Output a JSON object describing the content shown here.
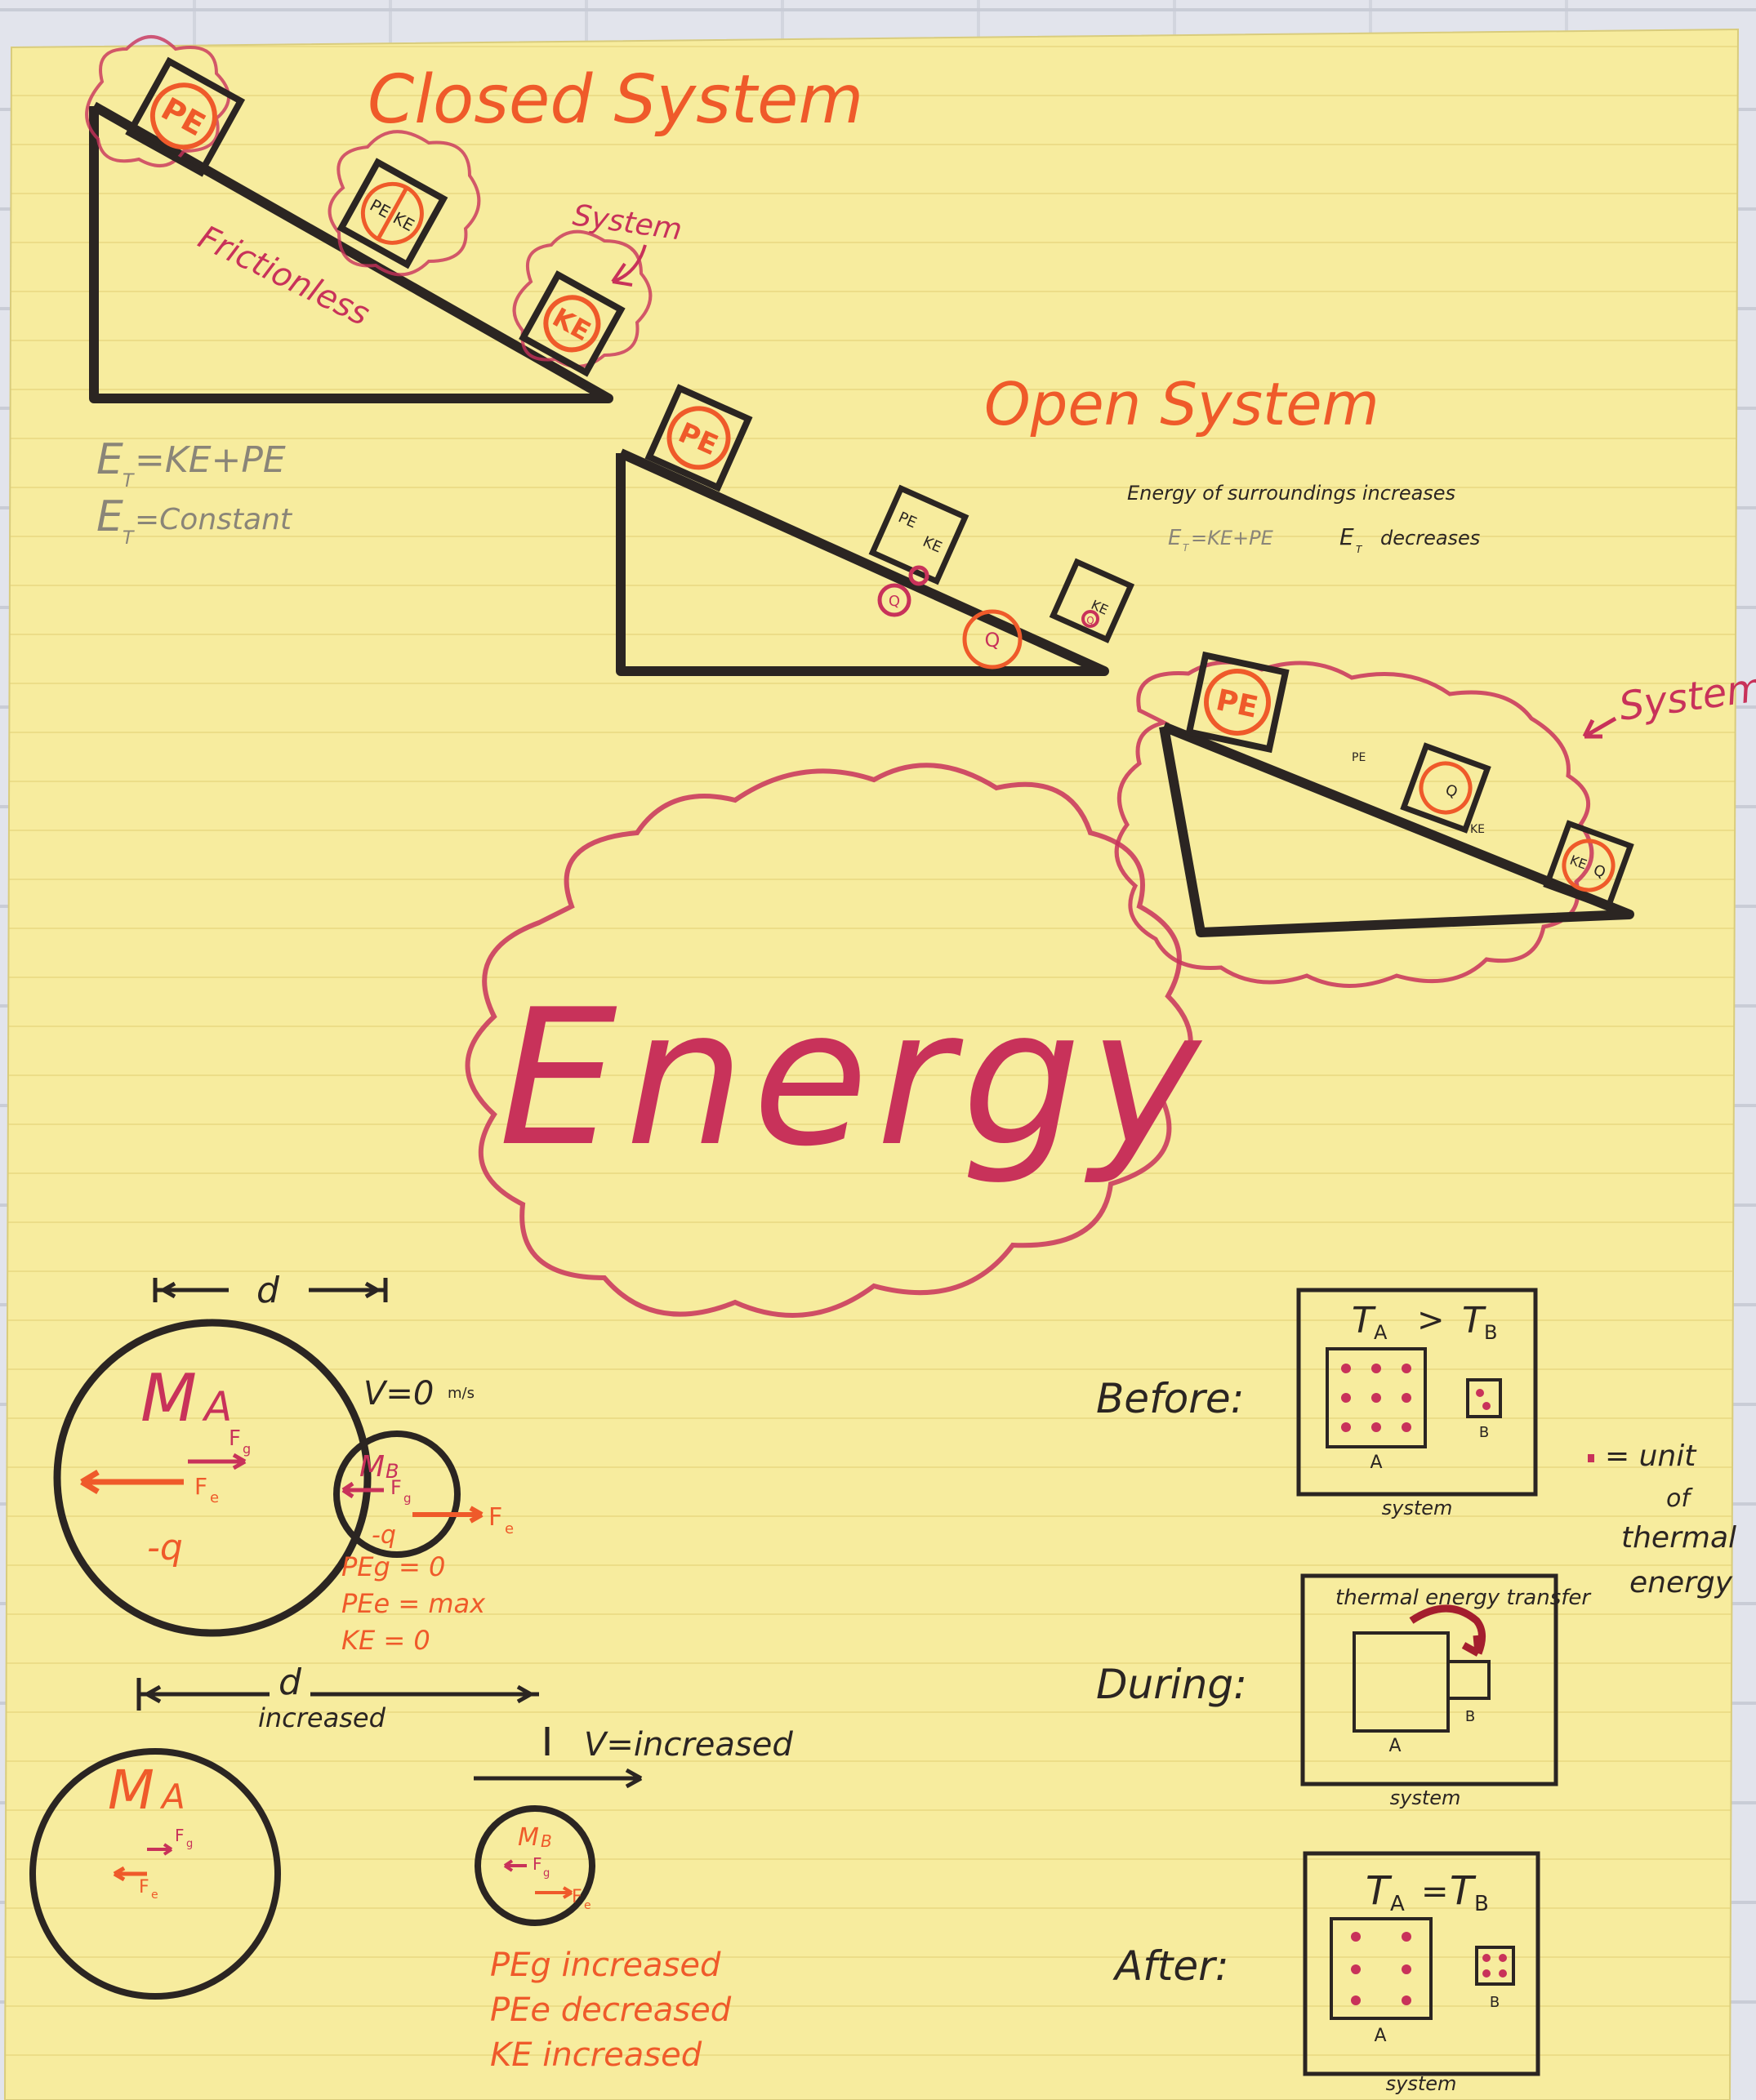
{
  "colors": {
    "paper": "#f7ec9e",
    "paper_line": "#ecdd88",
    "ink_black": "#2b2522",
    "ink_orange": "#ef5a2a",
    "ink_red": "#e0531c",
    "ink_magenta": "#c8325a",
    "ink_gray": "#8a8578"
  },
  "closed_system": {
    "title": "Closed System",
    "frictionless_note": "Frictionless",
    "system_note": "System",
    "block_labels": [
      "PE",
      "PE",
      "KE",
      "KE"
    ],
    "equation_1": "E",
    "equation_1_sub": "T",
    "equation_1_rhs": "=KE+PE",
    "equation_2": "E",
    "equation_2_sub": "T",
    "equation_2_rhs": "=Constant"
  },
  "open_system": {
    "title": "Open System",
    "note_line_1": "Energy of surroundings increases",
    "note_line_2": "E",
    "note_line_2_sub": "T",
    "note_line_2_rhs": "=KE+PE",
    "note_line_3": "E",
    "note_line_3_sub": "T",
    "note_line_3_rhs": "decreases",
    "block_labels": [
      "PE",
      "PE",
      "KE",
      "KE",
      "Q",
      "Q",
      "Q"
    ]
  },
  "third_system": {
    "system_note": "System",
    "block_labels": [
      "PE",
      "PE",
      "Q",
      "KE",
      "KE",
      "Q"
    ]
  },
  "center": {
    "title": "Energy"
  },
  "electrostatics": {
    "distance_label": "d",
    "mass_a": "M",
    "mass_a_sub": "A",
    "mass_b": "M",
    "mass_b_sub": "B",
    "velocity_before": "V=0",
    "velocity_unit": "m/s",
    "fg_label": "F",
    "fg_sub": "g",
    "fe_label": "F",
    "fe_sub": "e",
    "charge_neg": "-q",
    "before_values": [
      "PEg = 0",
      "PEe = max",
      "KE = 0"
    ],
    "distance_label_2": "d",
    "increased_label": "increased",
    "velocity_after": "V=increased",
    "after_values": [
      "PEg increased",
      "PEe decreased",
      "KE increased"
    ]
  },
  "thermal": {
    "before_label": "Before:",
    "during_label": "During:",
    "after_label": "After:",
    "before_relation": "T",
    "before_relation_a": "A",
    "before_relation_op": ">",
    "before_relation_b": "B",
    "after_relation_op": "=",
    "transfer_note": "thermal energy transfer",
    "box_a": "A",
    "box_b": "B",
    "system_label": "system",
    "legend_line_1": "= unit",
    "legend_line_2": "of",
    "legend_line_3": "thermal",
    "legend_line_4": "energy"
  }
}
